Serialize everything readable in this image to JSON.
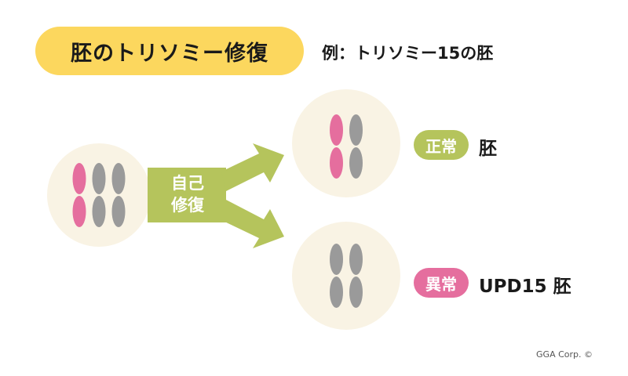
{
  "title": "胚のトリソミー修復",
  "example": "例：トリソミー15の胚",
  "repair_label_line1": "自己",
  "repair_label_line2": "修復",
  "outcomes": {
    "normal": {
      "badge": "正常",
      "label": "胚"
    },
    "abnormal": {
      "badge": "異常",
      "label": "UPD15 胚"
    }
  },
  "credit": "GGA Corp. ©",
  "colors": {
    "title_bg": "#fcd75e",
    "cell_bg": "#f9f3e4",
    "arrow": "#b5c45c",
    "pink_chromosome": "#e56e9e",
    "gray_chromosome": "#9a9a9a",
    "badge_normal": "#b5c45c",
    "badge_abnormal": "#e56e9e"
  },
  "cells": {
    "source": [
      "pink",
      "gray",
      "gray"
    ],
    "normal_result": [
      "pink",
      "gray"
    ],
    "abnormal_result": [
      "gray",
      "gray"
    ]
  }
}
